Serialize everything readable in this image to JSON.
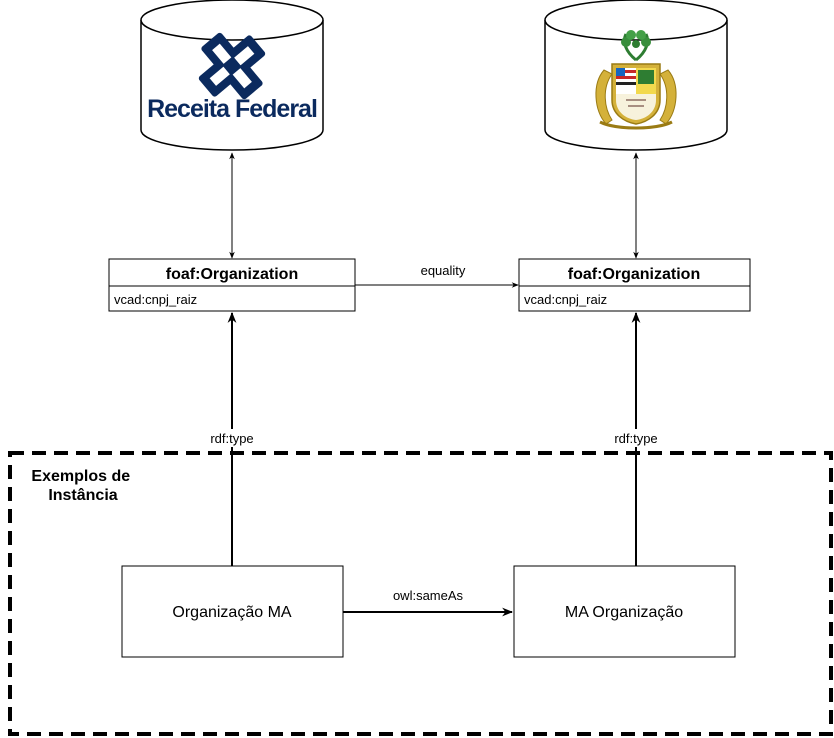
{
  "databases": {
    "left": {
      "logo": "receita-federal-logo",
      "logo_text": "Receita Federal",
      "logo_color": "#0b2a5e"
    },
    "right": {
      "logo": "maranhao-coat-of-arms"
    }
  },
  "classes": {
    "left": {
      "title": "foaf:Organization",
      "property": "vcad:cnpj_raiz"
    },
    "right": {
      "title": "foaf:Organization",
      "property": "vcad:cnpj_raiz"
    }
  },
  "relations": {
    "equality": "equality",
    "rdf_type_left": "rdf:type",
    "rdf_type_right": "rdf:type",
    "same_as": "owl:sameAs"
  },
  "instance_group": {
    "title_line1": "Exemplos de",
    "title_line2": "Instância"
  },
  "instances": {
    "left": "Organização MA",
    "right": "MA Organização"
  },
  "colors": {
    "stroke": "#000000",
    "background": "#ffffff"
  }
}
